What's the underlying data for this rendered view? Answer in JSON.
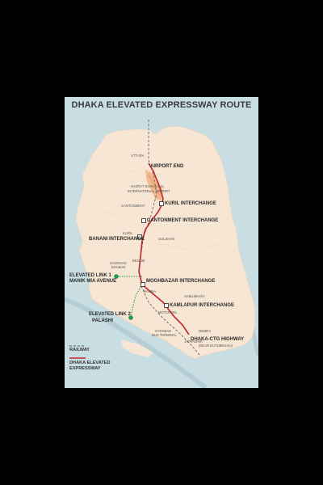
{
  "map": {
    "title": "DHAKA ELEVATED EXPRESSWAY ROUTE",
    "stops": {
      "airport_end": "AIRPORT END",
      "kuril": "KURIL INTERCHANGE",
      "cantonment": "CANTONMENT INTERCHANGE",
      "banani": "BANANI INTERCHANGE",
      "moghbazar": "MOGHBAZAR INTERCHANGE",
      "kamlapur": "KAMLAPUR INTERCHANGE",
      "dhaka_ctg": "DHAKA-CTG HIGHWAY",
      "dhaka_ctg_note": "(NEAR KUTUBKHALI)",
      "link1_line1": "ELEVATED LINK 1",
      "link1_line2": "MANIK MIA AVENUE",
      "link2_line1": "ELEVATED LINK 2",
      "link2_line2": "PALASHI"
    },
    "places": {
      "uttara": "UTTARA",
      "airport_line1": "HAZRAT SHAHJALAL",
      "airport_line2": "INTERNATIONAL AIRPORT",
      "cantonment_area": "CANTONMENT",
      "kuril_area": "KURIL",
      "gulshan": "GULSHAN",
      "sangsad_line1": "SANGSAD",
      "sangsad_line2": "BHABAN",
      "begum": "BEGUM",
      "ramna": "RAMNA",
      "sabujbagh": "SABUJBAGH",
      "motijheel": "MOTIJHEEL",
      "sydabad_line1": "SYDABAD",
      "sydabad_line2": "BUS TERMINAL",
      "demra": "DEMRA",
      "jatrabari": "JATRABARI"
    },
    "legend": {
      "railway": "RAILWAY",
      "expressway_line1": "DHAKA ELEVATED",
      "expressway_line2": "EXPRESSWAY"
    },
    "colors": {
      "land": "#f7e6d3",
      "water": "#c9dee3",
      "expressway": "#c0282e",
      "link": "#1f9a48",
      "railway": "#555555",
      "airport": "#f2b98e"
    }
  }
}
